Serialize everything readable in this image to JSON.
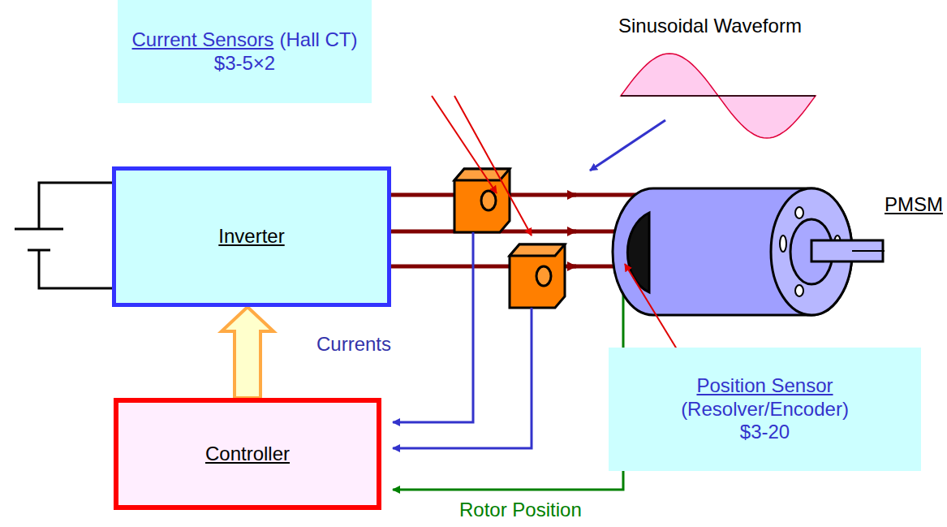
{
  "diagram": {
    "nodes": [
      {
        "text": [
          "Current Sensors",
          "(Hall CT)",
          "$3-5×2"
        ]
      },
      {
        "text": [
          "Inverter"
        ]
      },
      {
        "text": [
          "Controller"
        ]
      },
      {
        "text": [
          "Position Sensor",
          "(Resolver/Encoder)",
          "$3-20"
        ]
      }
    ],
    "edges": [
      {
        "from": 2,
        "to": 1,
        "arrow": "to"
      }
    ],
    "labels": [
      "Sinusoidal Waveform",
      "PMSM",
      "Currents",
      "Rotor Position"
    ]
  }
}
